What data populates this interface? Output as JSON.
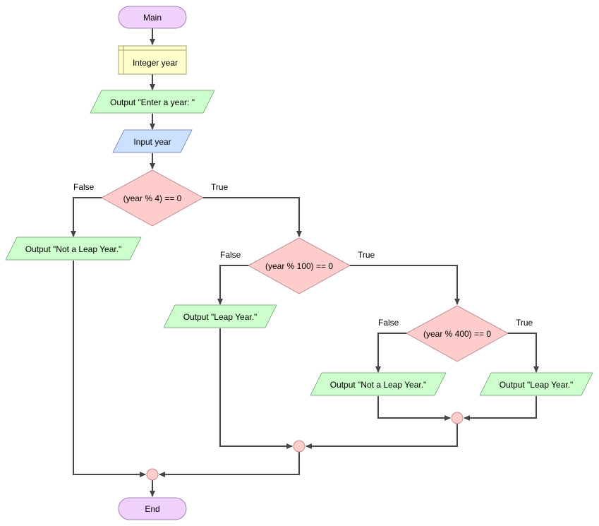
{
  "colors": {
    "terminal_fill": "#f0d0fc",
    "terminal_stroke": "#a080b0",
    "declare_fill": "#ffffcc",
    "declare_stroke": "#a0a070",
    "output_fill": "#ccffcc",
    "output_stroke": "#80b080",
    "input_fill": "#cce0ff",
    "input_stroke": "#8090c0",
    "decision_fill": "#ffcccc",
    "decision_stroke": "#c09090",
    "junction_fill": "#ffcccc",
    "junction_stroke": "#c09090",
    "edge": "#444444"
  },
  "nodes": {
    "main": "Main",
    "declare": "Integer year",
    "prompt": "Output \"Enter a year: \"",
    "input": "Input year",
    "decision1": "(year % 4) == 0",
    "out_not_leap_1": "Output \"Not a Leap Year.\"",
    "decision2": "(year % 100) == 0",
    "out_leap_1": "Output \"Leap Year.\"",
    "decision3": "(year % 400) == 0",
    "out_not_leap_2": "Output \"Not a Leap Year.\"",
    "out_leap_2": "Output \"Leap Year.\"",
    "end": "End"
  },
  "branch_labels": {
    "d1_false": "False",
    "d1_true": "True",
    "d2_false": "False",
    "d2_true": "True",
    "d3_false": "False",
    "d3_true": "True"
  }
}
